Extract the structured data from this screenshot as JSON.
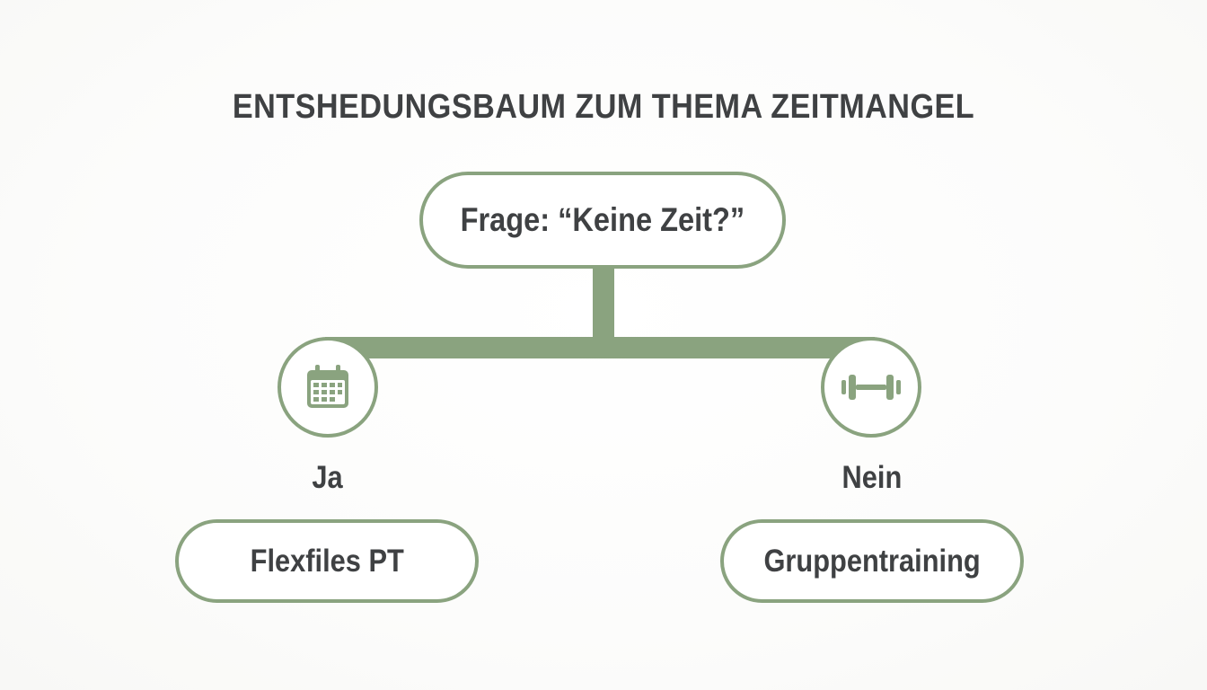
{
  "title": "ENTSHEDUNGSBAUM ZUM THEMA ZEITMANGEL",
  "question": {
    "text": "Frage: “Keine Zeit?”"
  },
  "branches": [
    {
      "label": "Ja",
      "icon": "calendar-icon",
      "result": "Flexfiles PT"
    },
    {
      "label": "Nein",
      "icon": "dumbbell-icon",
      "result": "Gruppentraining"
    }
  ],
  "colors": {
    "accent": "#8aa37f",
    "text": "#3f4143",
    "background": "#ffffff"
  }
}
